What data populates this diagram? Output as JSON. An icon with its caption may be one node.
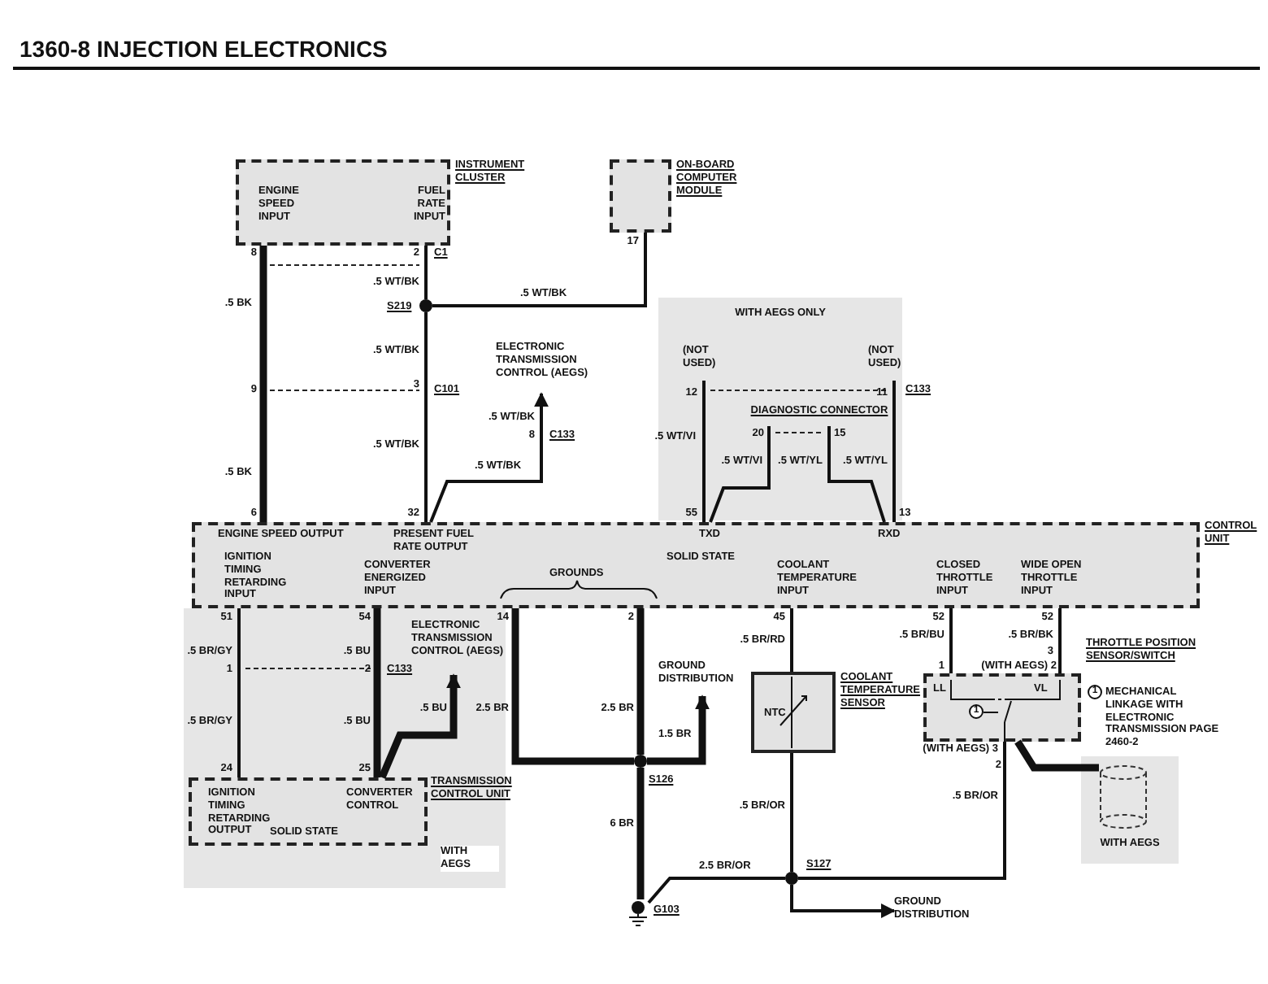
{
  "diagram": {
    "title": "1360-8 INJECTION ELECTRONICS",
    "nodes": [
      {
        "text": [
          "ENGINE SPEED INPUT",
          "FUEL RATE INPUT"
        ],
        "beside": [
          "INSTRUMENT CLUSTER"
        ]
      },
      {
        "text": [],
        "shape": "box",
        "beside": [
          "ON-BOARD COMPUTER MODULE"
        ]
      },
      {
        "text": [],
        "shape": "circle",
        "beside": [
          "S219"
        ]
      },
      {
        "text": [
          "ELECTRONIC TRANSMISSION CONTROL (AEGS)"
        ]
      },
      {
        "text": [
          "WITH AEGS ONLY"
        ]
      },
      {
        "text": [
          "(NOT USED)"
        ],
        "in": 4
      },
      {
        "text": [
          "(NOT USED)"
        ],
        "in": 4
      },
      {
        "text": [
          "DIAGNOSTIC CONNECTOR"
        ],
        "in": 4
      },
      {
        "text": [
          "ENGINE SPEED OUTPUT",
          "PRESENT FUEL RATE OUTPUT",
          "TXD",
          "RXD",
          "IGNITION TIMING RETARDING INPUT",
          "CONVERTER ENERGIZED INPUT",
          "GROUNDS",
          "SOLID STATE",
          "COOLANT TEMPERATURE INPUT",
          "CLOSED THROTTLE INPUT",
          "WIDE OPEN THROTTLE INPUT"
        ],
        "beside": [
          "CONTROL UNIT"
        ]
      },
      {
        "text": [
          "WITH AEGS"
        ]
      },
      {
        "text": [
          "ELECTRONIC TRANSMISSION CONTROL (AEGS)"
        ],
        "in": 9
      },
      {
        "text": [
          "IGNITION TIMING RETARDING OUTPUT",
          "CONVERTER CONTROL",
          "SOLID STATE"
        ],
        "in": 9,
        "beside": [
          "TRANSMISSION CONTROL UNIT"
        ]
      },
      {
        "text": [
          "GROUND DISTRIBUTION"
        ]
      },
      {
        "text": [],
        "shape": "circle",
        "beside": [
          "S126"
        ]
      },
      {
        "text": [
          "NTC"
        ],
        "beside": [
          "COOLANT TEMPERATURE SENSOR"
        ]
      },
      {
        "text": [
          "LL",
          "VL"
        ],
        "beside": [
          "THROTTLE POSITION SENSOR/SWITCH"
        ]
      },
      {
        "text": [
          "WITH AEGS"
        ]
      },
      {
        "text": [],
        "shape": "cylinder",
        "in": 16
      },
      {
        "text": [],
        "shape": "circle",
        "beside": [
          "S127"
        ]
      },
      {
        "text": [],
        "shape": "ground",
        "beside": [
          "G103"
        ]
      },
      {
        "text": [
          "GROUND DISTRIBUTION"
        ]
      }
    ],
    "edges": [
      {
        "from": 0,
        "to": 8,
        "arrow": "none",
        "label": ".5 BK",
        "style": "thick"
      },
      {
        "from": 0,
        "to": 2,
        "arrow": "none",
        "label": ".5 WT/BK"
      },
      {
        "from": 1,
        "to": 2,
        "arrow": "none",
        "label": ".5 WT/BK"
      },
      {
        "from": 2,
        "to": 8,
        "arrow": "none",
        "label": ".5 WT/BK"
      },
      {
        "from": 8,
        "to": 3,
        "arrow": "to",
        "label": ".5 WT/BK"
      },
      {
        "from": 5,
        "to": 8,
        "arrow": "none",
        "label": ".5 WT/VI"
      },
      {
        "from": 7,
        "to": 8,
        "arrow": "none",
        "label": ".5 WT/VI"
      },
      {
        "from": 7,
        "to": 8,
        "arrow": "none",
        "label": ".5 WT/YL"
      },
      {
        "from": 6,
        "to": 8,
        "arrow": "none",
        "label": ".5 WT/YL"
      },
      {
        "from": 8,
        "to": 11,
        "arrow": "none",
        "label": ".5 BR/GY"
      },
      {
        "from": 8,
        "to": 11,
        "arrow": "none",
        "label": ".5 BU",
        "style": "thick"
      },
      {
        "from": 11,
        "to": 10,
        "arrow": "to",
        "label": ".5 BU",
        "style": "thick"
      },
      {
        "from": 8,
        "to": 13,
        "arrow": "none",
        "label": "2.5 BR",
        "style": "thick"
      },
      {
        "from": 8,
        "to": 13,
        "arrow": "none",
        "label": "2.5 BR",
        "style": "thick"
      },
      {
        "from": 13,
        "to": 12,
        "arrow": "to",
        "label": "1.5 BR",
        "style": "thick"
      },
      {
        "from": 13,
        "to": 19,
        "arrow": "none",
        "label": "6 BR",
        "style": "thick"
      },
      {
        "from": 8,
        "to": 14,
        "arrow": "none",
        "label": ".5 BR/RD"
      },
      {
        "from": 14,
        "to": 18,
        "arrow": "none",
        "label": ".5 BR/OR"
      },
      {
        "from": 8,
        "to": 15,
        "arrow": "none",
        "label": ".5 BR/BU"
      },
      {
        "from": 8,
        "to": 15,
        "arrow": "none",
        "label": ".5 BR/BK"
      },
      {
        "from": 15,
        "to": 18,
        "arrow": "none",
        "label": ".5 BR/OR"
      },
      {
        "from": 15,
        "to": 17,
        "arrow": "none",
        "style": "thick"
      },
      {
        "from": 18,
        "to": 19,
        "arrow": "none",
        "label": "2.5 BR/OR"
      },
      {
        "from": 18,
        "to": 20,
        "arrow": "to"
      }
    ],
    "labels": [
      "8",
      "2",
      "C1",
      "17",
      "9",
      "3",
      "C101",
      ".5 WT/BK",
      "8",
      "C133",
      ".5 WT/BK",
      ".5 BK",
      "12",
      "11",
      "C133",
      "20",
      "15",
      "6",
      "32",
      "55",
      "13",
      "51",
      "54",
      "14",
      "2",
      "45",
      "52",
      "52",
      "3",
      "1",
      "(WITH AEGS) 2",
      "1",
      "2",
      "C133",
      "1",
      "MECHANICAL LINKAGE WITH ELECTRONIC TRANSMISSION PAGE 2460-2",
      "1",
      ".5 BR/GY",
      ".5 BU",
      "(WITH AEGS) 3",
      "2",
      "24",
      "25"
    ]
  }
}
